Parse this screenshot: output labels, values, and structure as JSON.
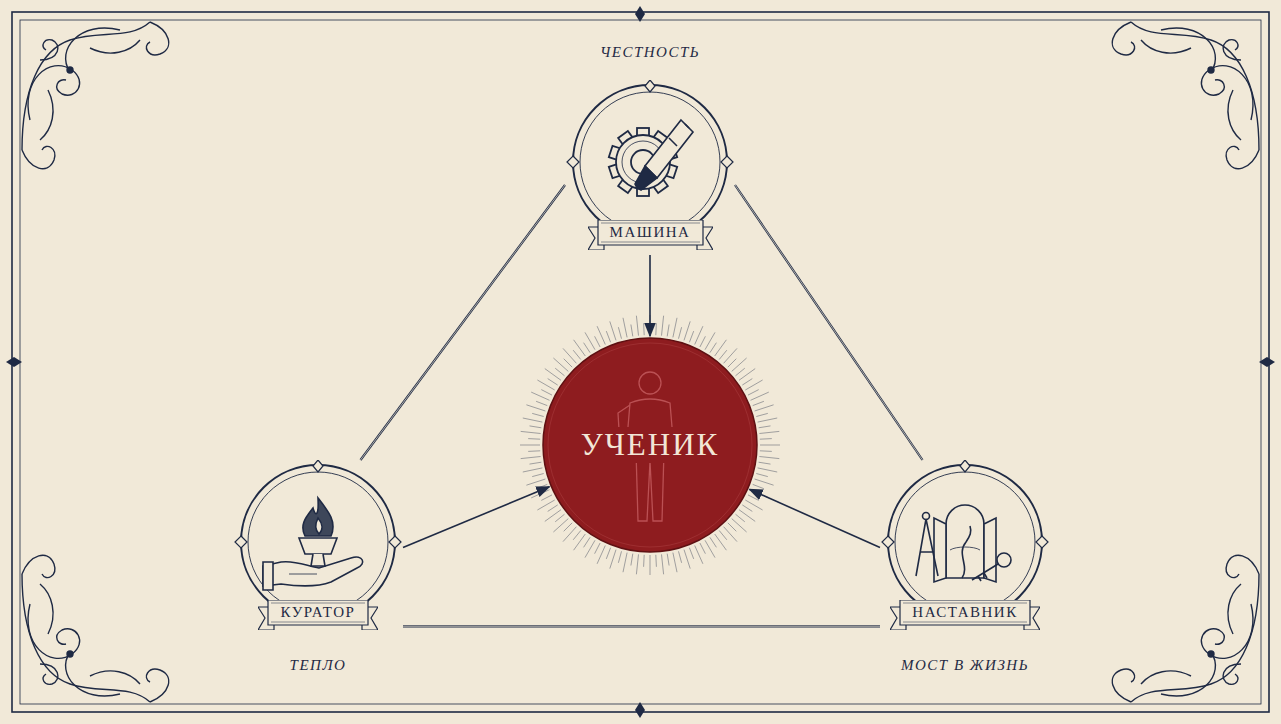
{
  "diagram": {
    "nodes": [
      {
        "text": [
          "ЧЕСТНОСТЬ",
          "МАШИНА"
        ]
      },
      {
        "text": [
          "УЧЕНИК"
        ]
      },
      {
        "text": [
          "КУРАТОР",
          "ТЕПЛО"
        ]
      },
      {
        "text": [
          "НАСТАВНИК",
          "МОСТ В ЖИЗНЬ"
        ]
      }
    ],
    "edges": [
      {
        "from": 0,
        "to": 1,
        "arrow": "to"
      },
      {
        "from": 2,
        "to": 1,
        "arrow": "to"
      },
      {
        "from": 3,
        "to": 1,
        "arrow": "to"
      },
      {
        "from": 0,
        "to": 2,
        "arrow": "none"
      },
      {
        "from": 0,
        "to": 3,
        "arrow": "none"
      },
      {
        "from": 2,
        "to": 3,
        "arrow": "none"
      }
    ]
  }
}
